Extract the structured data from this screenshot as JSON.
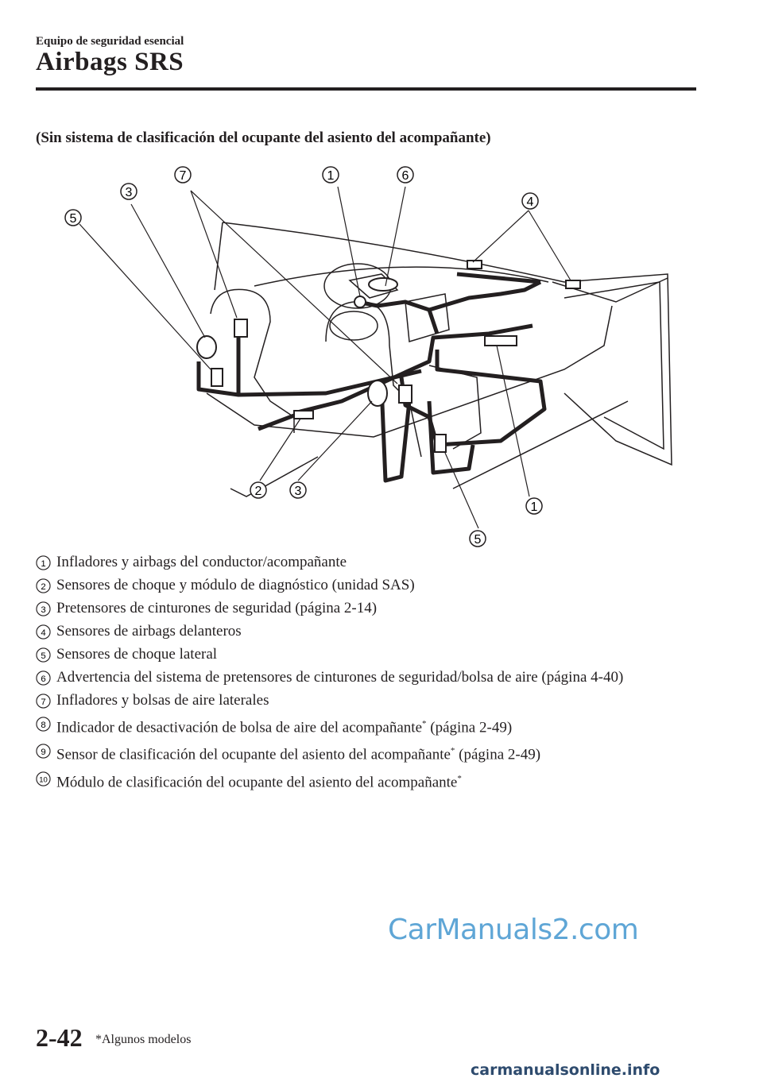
{
  "header": {
    "section": "Equipo de seguridad esencial",
    "title": "Airbags SRS"
  },
  "subheading": "(Sin sistema de clasificación del ocupante del asiento del acompañante)",
  "diagram": {
    "callouts": [
      "7",
      "1",
      "6",
      "3",
      "4",
      "5",
      "2",
      "3",
      "1",
      "5"
    ]
  },
  "legend": [
    {
      "num": "1",
      "text": "Infladores y airbags del conductor/acompañante",
      "sup": ""
    },
    {
      "num": "2",
      "text": "Sensores de choque y módulo de diagnóstico (unidad SAS)",
      "sup": ""
    },
    {
      "num": "3",
      "text": "Pretensores de cinturones de seguridad (página 2-14)",
      "sup": ""
    },
    {
      "num": "4",
      "text": "Sensores de airbags delanteros",
      "sup": ""
    },
    {
      "num": "5",
      "text": "Sensores de choque lateral",
      "sup": ""
    },
    {
      "num": "6",
      "text": "Advertencia del sistema de pretensores de cinturones de seguridad/bolsa de aire (página 4-40)",
      "sup": ""
    },
    {
      "num": "7",
      "text": "Infladores y bolsas de aire laterales",
      "sup": ""
    },
    {
      "num": "8",
      "text": "Indicador de desactivación de bolsa de aire del acompañante",
      "sup": "*",
      "tail": " (página 2-49)"
    },
    {
      "num": "9",
      "text": "Sensor de clasificación del ocupante del asiento del acompañante",
      "sup": "*",
      "tail": " (página 2-49)"
    },
    {
      "num": "10",
      "text": "Módulo de clasificación del ocupante del asiento del acompañante",
      "sup": "*",
      "tail": ""
    }
  ],
  "watermark": "CarManuals2.com",
  "footer": {
    "page_number": "2-42",
    "footnote": "*Algunos modelos",
    "site": "carmanualsonline.info"
  }
}
